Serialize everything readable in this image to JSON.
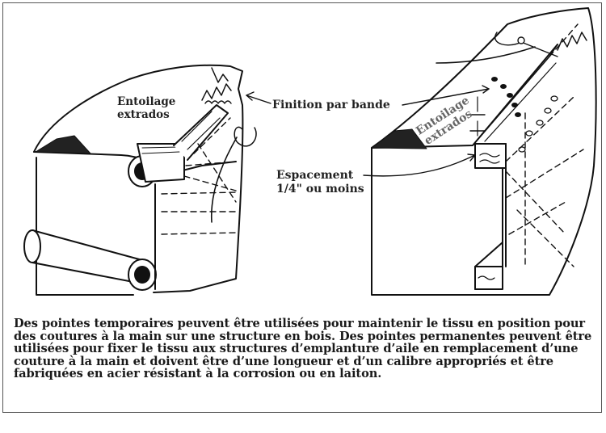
{
  "labels": {
    "left_interfacing": [
      "Entoilage",
      "extrados"
    ],
    "finish_tape": "Finition par bande",
    "right_interfacing": [
      "Entoilage",
      "extrados"
    ],
    "spacing": [
      "Espacement",
      "1/4\" ou moins"
    ]
  },
  "caption": "Des pointes temporaires peuvent être utilisées pour maintenir le tissu en position pour des coutures à la main sur une structure en bois. Des pointes permanentes peuvent être utilisées pour fixer le tissu aux structures d’emplanture d’aile en remplacement d’une couture à la main et doivent être d’une longueur et d’un calibre appropriés et être fabriquées en acier résistant à la corrosion ou en laiton."
}
